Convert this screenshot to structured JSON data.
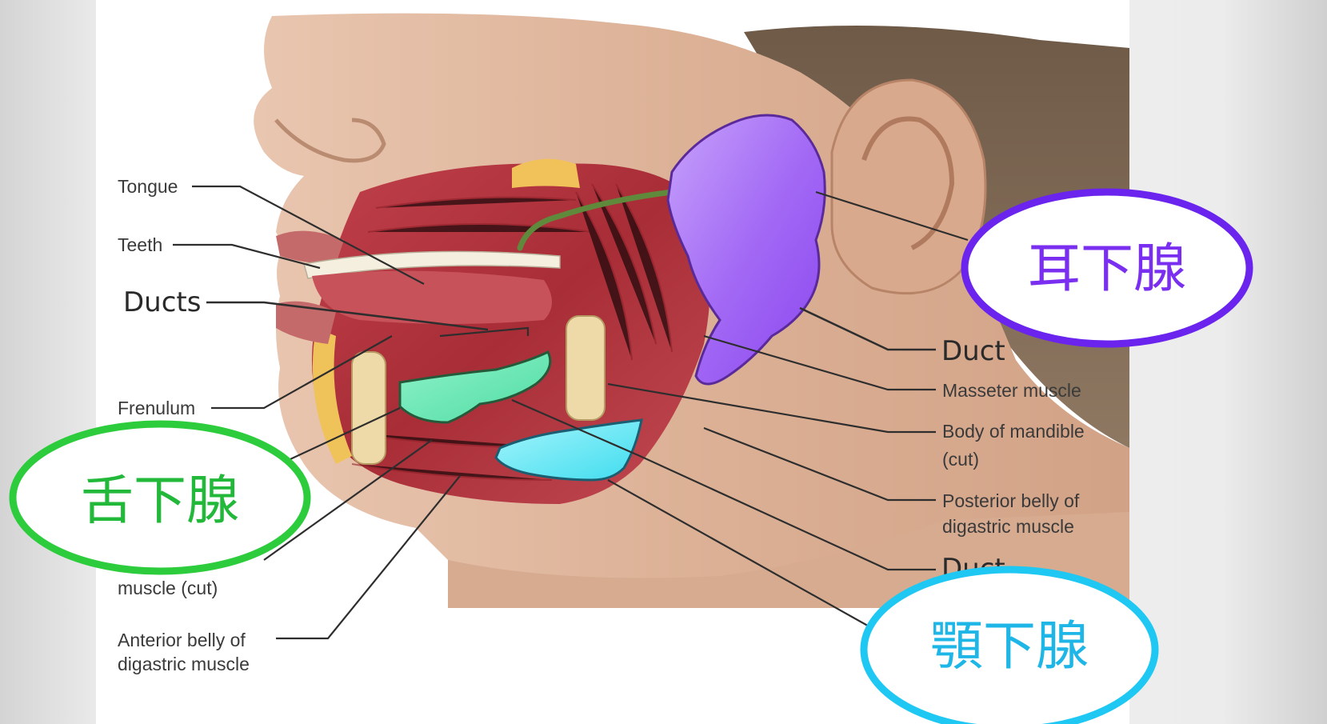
{
  "labels": {
    "tongue": "Tongue",
    "teeth": "Teeth",
    "ducts": "Ducts",
    "frenulum": "Frenulum",
    "muscle_cut": "muscle (cut)",
    "anterior_belly_1": "Anterior belly of",
    "anterior_belly_2": "digastric muscle",
    "duct_upper": "Duct",
    "masseter": "Masseter muscle",
    "body_mandible_1": "Body of mandible",
    "body_mandible_2": "(cut)",
    "posterior_belly_1": "Posterior belly of",
    "posterior_belly_2": "digastric muscle",
    "duct_lower": "Duct"
  },
  "glands": {
    "parotid": {
      "label": "耳下腺",
      "color": "#7a2ff0"
    },
    "sublingual": {
      "label": "舌下腺",
      "color": "#2ccc3c"
    },
    "submandibular": {
      "label": "顎下腺",
      "color": "#1ec8f2"
    }
  },
  "colors": {
    "parotid_fill": "#a76cf6",
    "sublingual_fill": "#6fe8b8",
    "submandibular_fill": "#5fe9f5",
    "duct_green": "#5f8a3c"
  }
}
